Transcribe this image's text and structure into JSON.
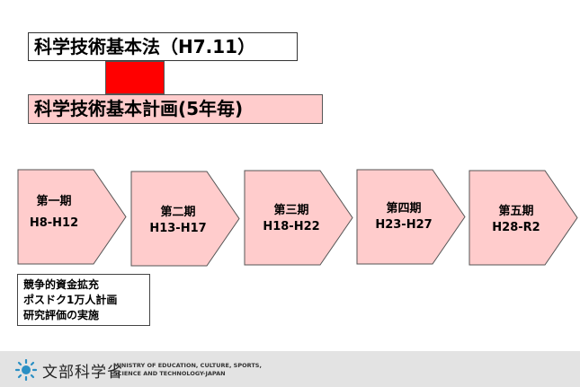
{
  "law_title": "科学技術基本法（H7.11）",
  "plan_title": "科学技術基本計画(5年毎)",
  "phases": [
    {
      "name": "第一期",
      "years": "H8-H12"
    },
    {
      "name": "第二期",
      "years": "H13-H17"
    },
    {
      "name": "第三期",
      "years": "H18-H22"
    },
    {
      "name": "第四期",
      "years": "H23-H27"
    },
    {
      "name": "第五期",
      "years": "H28-R2"
    }
  ],
  "notes": [
    "競争的資金拡充",
    "ポスドク1万人計画",
    "研究評価の実施"
  ],
  "footer": {
    "org_jp": "文部科学省",
    "org_en_line1": "MINISTRY OF EDUCATION, CULTURE, SPORTS,",
    "org_en_line2": "SCIENCE AND TECHNOLOGY-JAPAN",
    "logo_icon": "mext-logo-icon"
  },
  "colors": {
    "red_block": "#ff0000",
    "pink": "#ffcccc"
  }
}
